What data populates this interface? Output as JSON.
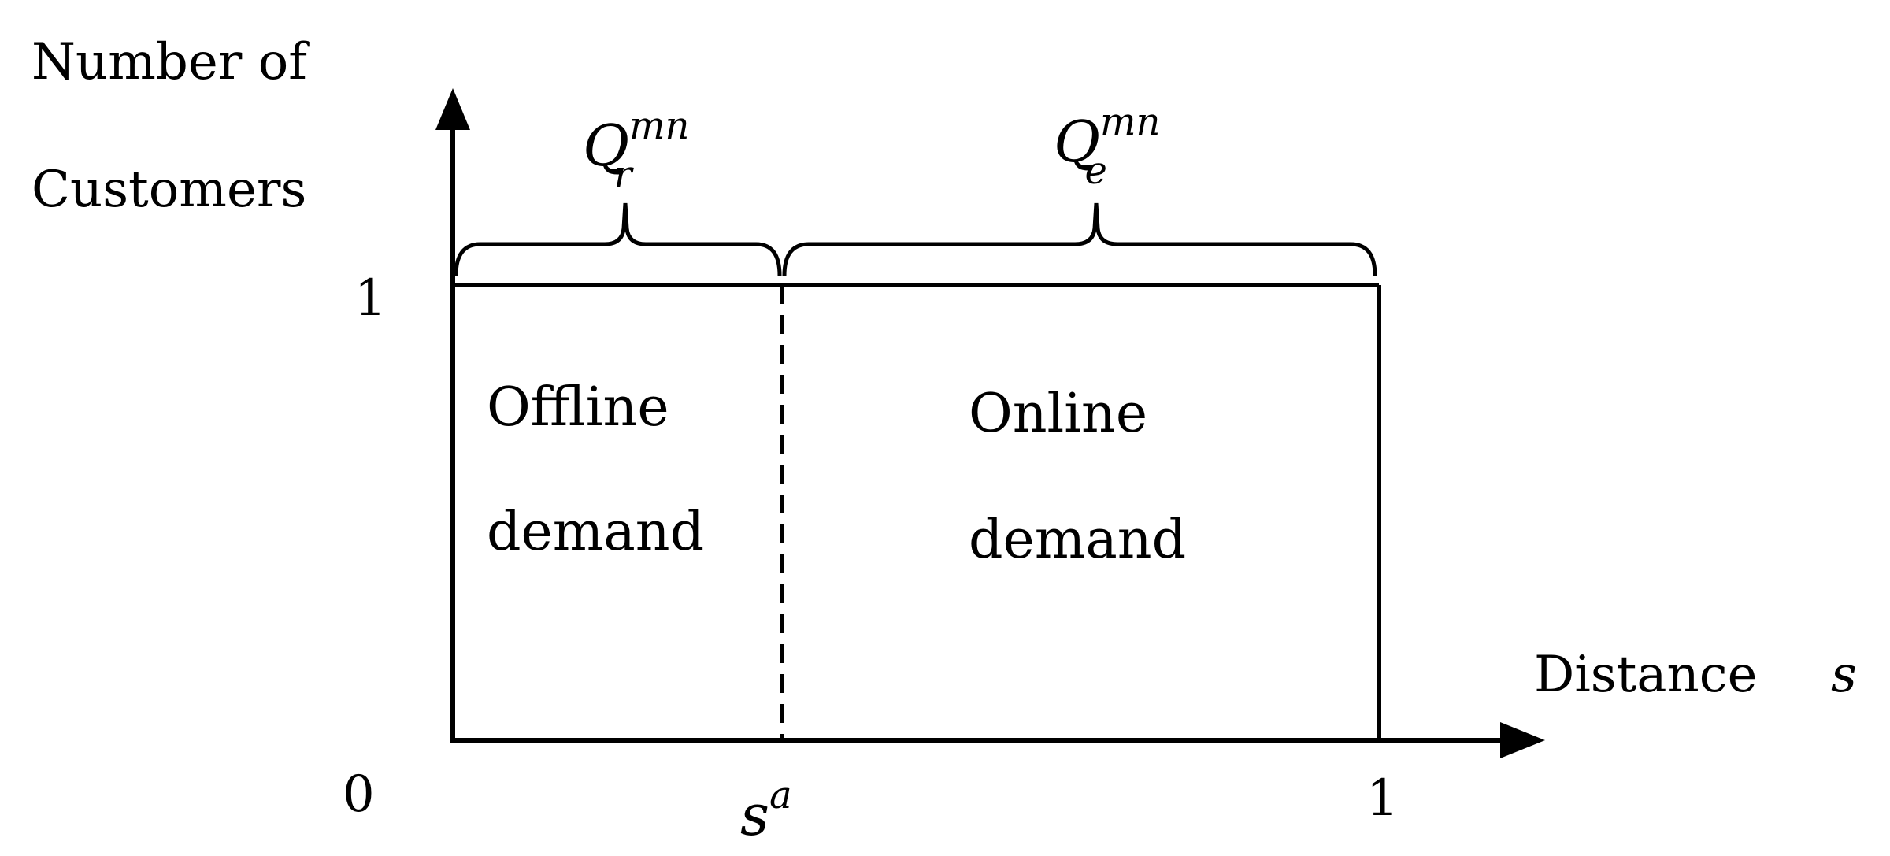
{
  "y_axis_label": [
    "Number of",
    "Customers"
  ],
  "x_axis_label": {
    "text": "Distance",
    "variable": "s"
  },
  "ticks": {
    "origin": "0",
    "y_one": "1",
    "x_one": "1",
    "threshold": {
      "base": "s",
      "sup": "a"
    }
  },
  "regions": {
    "offline": {
      "line1": "Offline",
      "line2": "demand"
    },
    "online": {
      "line1": "Online",
      "line2": "demand"
    }
  },
  "braces": {
    "offline": {
      "base": "Q",
      "sub": "r",
      "sup": "mn"
    },
    "online": {
      "base": "Q",
      "sub": "e",
      "sup": "mn"
    }
  }
}
